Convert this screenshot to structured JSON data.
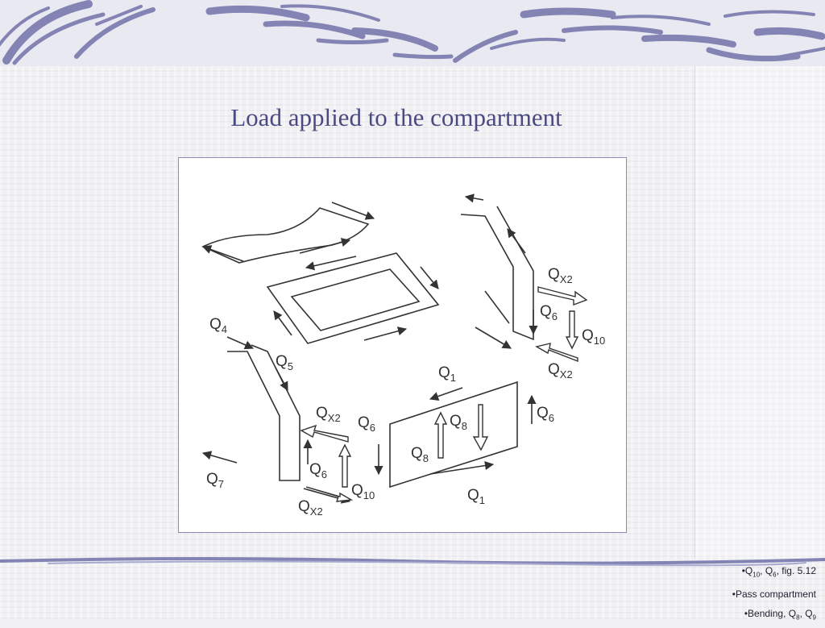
{
  "slide": {
    "title": "Load applied to the compartment"
  },
  "figure": {
    "labels": {
      "q4": [
        "Q",
        "4"
      ],
      "q5": [
        "Q",
        "5"
      ],
      "q7": [
        "Q",
        "7"
      ],
      "qx2_mid": [
        "Q",
        "X2"
      ],
      "q6_mid": [
        "Q",
        "6"
      ],
      "q6_low": [
        "Q",
        "6"
      ],
      "q10_low": [
        "Q",
        "10"
      ],
      "qx2_low": [
        "Q",
        "X2"
      ],
      "q8_left": [
        "Q",
        "8"
      ],
      "q8_right": [
        "Q",
        "8"
      ],
      "q1_top": [
        "Q",
        "1"
      ],
      "q1_bottom": [
        "Q",
        "1"
      ],
      "q6_right": [
        "Q",
        "6"
      ],
      "qx2_top": [
        "Q",
        "X2"
      ],
      "q6_top": [
        "Q",
        "6"
      ],
      "q10_top": [
        "Q",
        "10"
      ],
      "qx2_top_low": [
        "Q",
        "X2"
      ]
    }
  },
  "notes": {
    "line1": {
      "a": "•Q",
      "a_sub": "10",
      "b": ", Q",
      "b_sub": "6",
      "c": ", fig. 5.12"
    },
    "line2": "•Pass compartment",
    "line3": {
      "a": "•Bending, Q",
      "a_sub": "8",
      "b": ", Q",
      "b_sub": "9"
    }
  },
  "colors": {
    "title": "#4a4a82",
    "decoration": "#7f80b0",
    "frame": "#8b8cb8"
  }
}
